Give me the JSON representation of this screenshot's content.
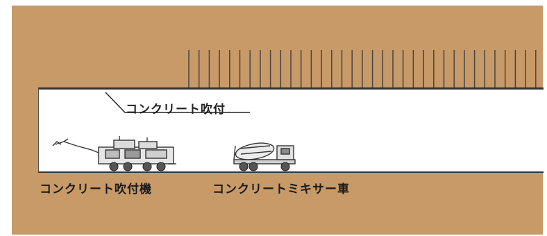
{
  "labels": {
    "lining": "コンクリート吹付",
    "sprayer_machine": "コンクリート吹付機",
    "mixer_truck": "コンクリートミキサー車"
  },
  "icons": {
    "sprayer": "shotcrete-machine-icon",
    "mixer": "concrete-mixer-truck-icon"
  },
  "colors": {
    "ground": "#c89a68",
    "tunnel": "#ffffff",
    "line": "#333333"
  }
}
